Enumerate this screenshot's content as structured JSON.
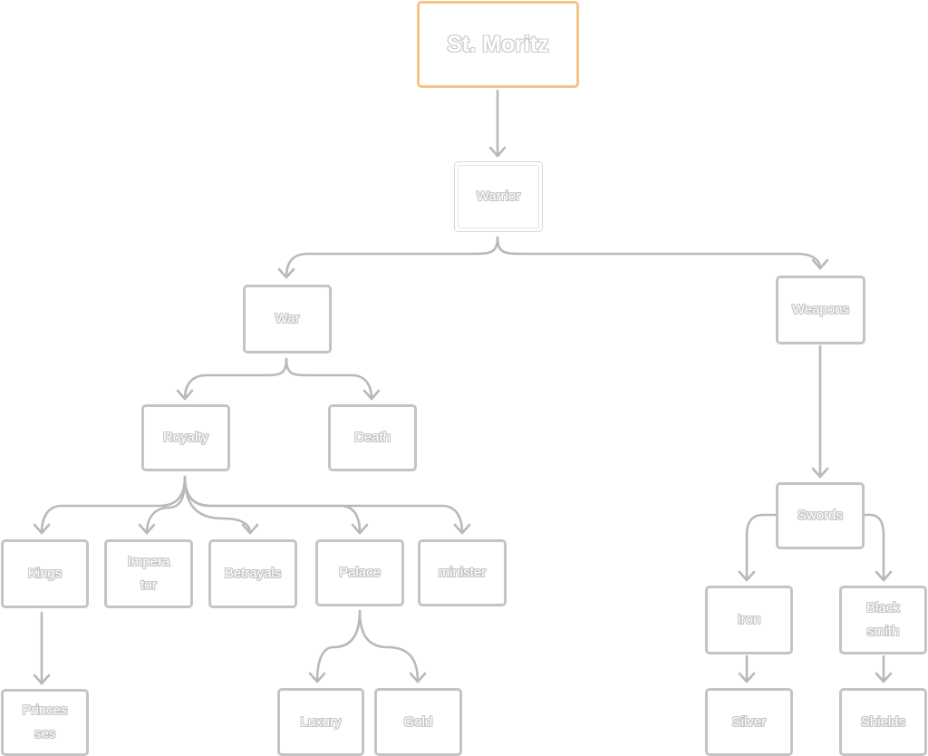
{
  "nodes": {
    "root": "St. Moritz",
    "warrior": "Warrior",
    "war": "War",
    "weapons": "Weapons",
    "royalty": "Royalty",
    "death": "Death",
    "kings": "Kings",
    "imperator": "Impera tor",
    "betrayals": "Betrayals",
    "palace": "Palace",
    "minister": "minister",
    "princesses": "Princes ses",
    "luxury": "Luxury",
    "gold": "Gold",
    "swords": "Swords",
    "iron": "Iron",
    "blacksmith": "Black smith",
    "silver": "Silver",
    "shields": "Shields"
  },
  "colors": {
    "root_border": "#f6c38a",
    "node_border": "#c4c4c4",
    "edge": "#b9b9b9"
  }
}
